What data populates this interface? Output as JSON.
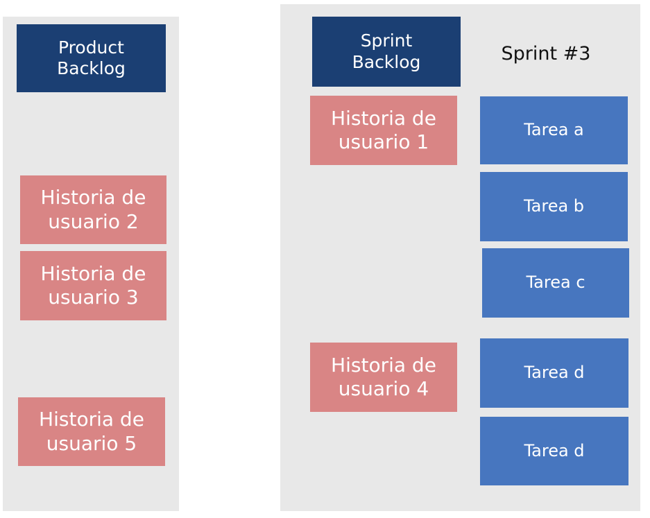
{
  "product_backlog": {
    "title": "Product\nBacklog",
    "stories": [
      "Historia de\nusuario 2",
      "Historia de\nusuario 3",
      "Historia de\nusuario 5"
    ]
  },
  "sprint_backlog": {
    "title": "Sprint\nBacklog",
    "sprint_label": "Sprint #3",
    "stories": [
      "Historia de\nusuario 1",
      "Historia de\nusuario 4"
    ],
    "tasks": [
      "Tarea a",
      "Tarea b",
      "Tarea c",
      "Tarea d",
      "Tarea d"
    ]
  },
  "colors": {
    "header": "#1b3f73",
    "story": "#d98585",
    "task": "#4776bf",
    "panel": "#e8e8e8"
  }
}
